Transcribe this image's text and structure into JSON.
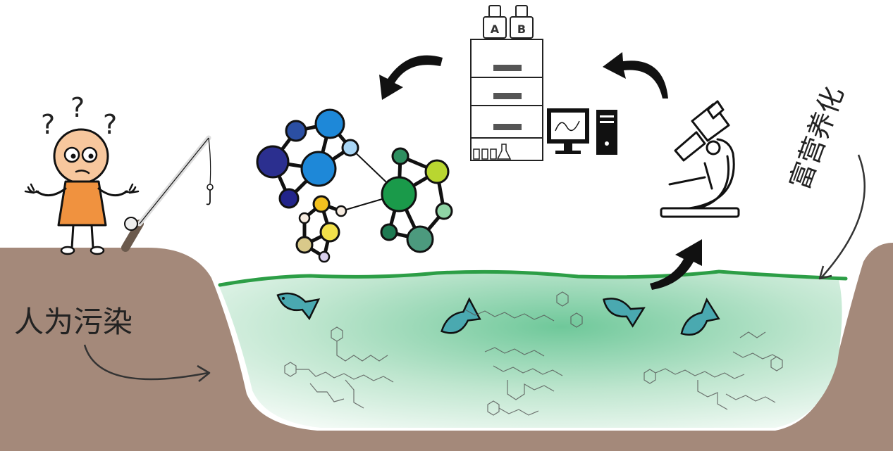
{
  "labels": {
    "human_pollution": "人为污染",
    "eutrophication": "富营养化",
    "bottle_a": "A",
    "bottle_b": "B",
    "question_mark": "?"
  },
  "colors": {
    "soil": "#a4897a",
    "water_light": "#dff2e6",
    "water_mid": "#8fd4ad",
    "water_surface": "#2c9e46",
    "fish": "#4aa9b0",
    "shirt": "#f0923f",
    "skin": "#f7c79d",
    "cluster_blue": "#1e88d8",
    "cluster_navy": "#2b2f8f",
    "cluster_yellow": "#f2e04a",
    "cluster_green": "#1a9a4a",
    "ink": "#111111"
  },
  "icons": [
    "person-confused-icon",
    "fishing-rod-icon",
    "microscope-icon",
    "hplc-instrument-icon",
    "computer-icon",
    "molecule-network-icon",
    "fish-icon",
    "curved-arrow-icon"
  ]
}
